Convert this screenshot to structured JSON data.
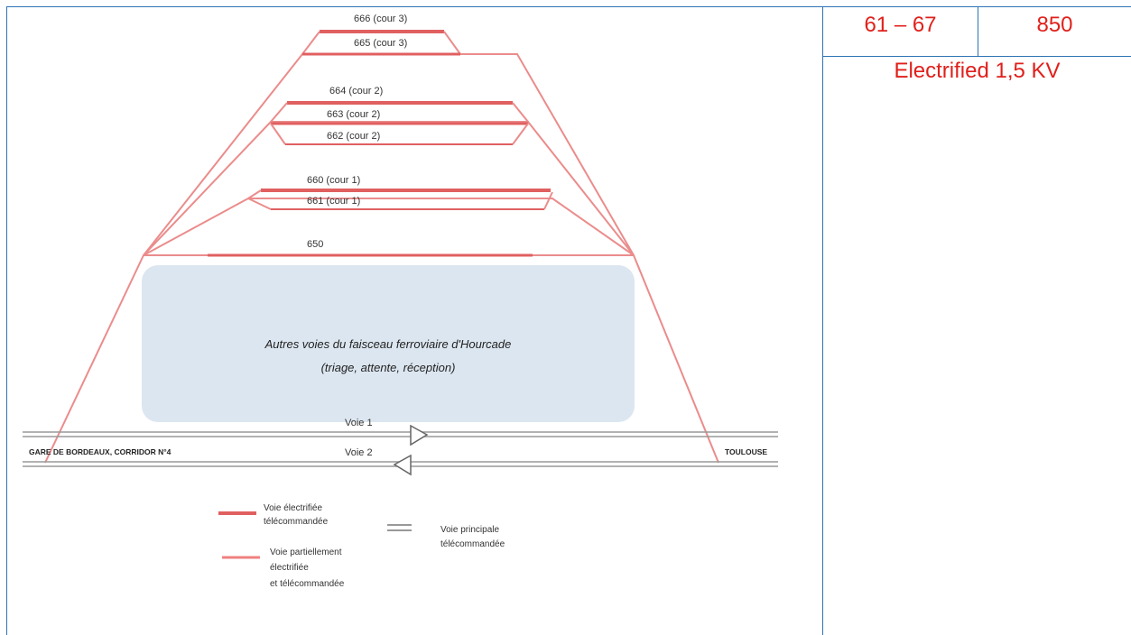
{
  "table": {
    "col1": "61 – 67",
    "col2": "850",
    "status": "Electrified 1,5 KV"
  },
  "diagram": {
    "tracks": {
      "t666": "666 (cour 3)",
      "t665": "665 (cour 3)",
      "t664": "664 (cour 2)",
      "t663": "663 (cour 2)",
      "t662": "662 (cour 2)",
      "t660": "660 (cour 1)",
      "t661": "661 (cour 1)",
      "t650": "650"
    },
    "yard_line1": "Autres voies du faisceau ferroviaire d'Hourcade",
    "yard_line2": "(triage, attente, réception)",
    "voie1": "Voie 1",
    "voie2": "Voie 2",
    "left_station": "GARE DE BORDEAUX,  CORRIDOR N°4",
    "right_station": "TOULOUSE",
    "legend": {
      "electrified_l1": "Voie électrifiée",
      "electrified_l2": "télécommandée",
      "partial_l1": "Voie partiellement",
      "partial_l2": "électrifiée",
      "partial_l3": "et télécommandée",
      "main_l1": "Voie principale",
      "main_l2": "télécommandée"
    },
    "colors": {
      "electrified": "#e06060",
      "partial": "#f08080",
      "main": "#999999",
      "yard_fill": "#dce6f0"
    }
  }
}
